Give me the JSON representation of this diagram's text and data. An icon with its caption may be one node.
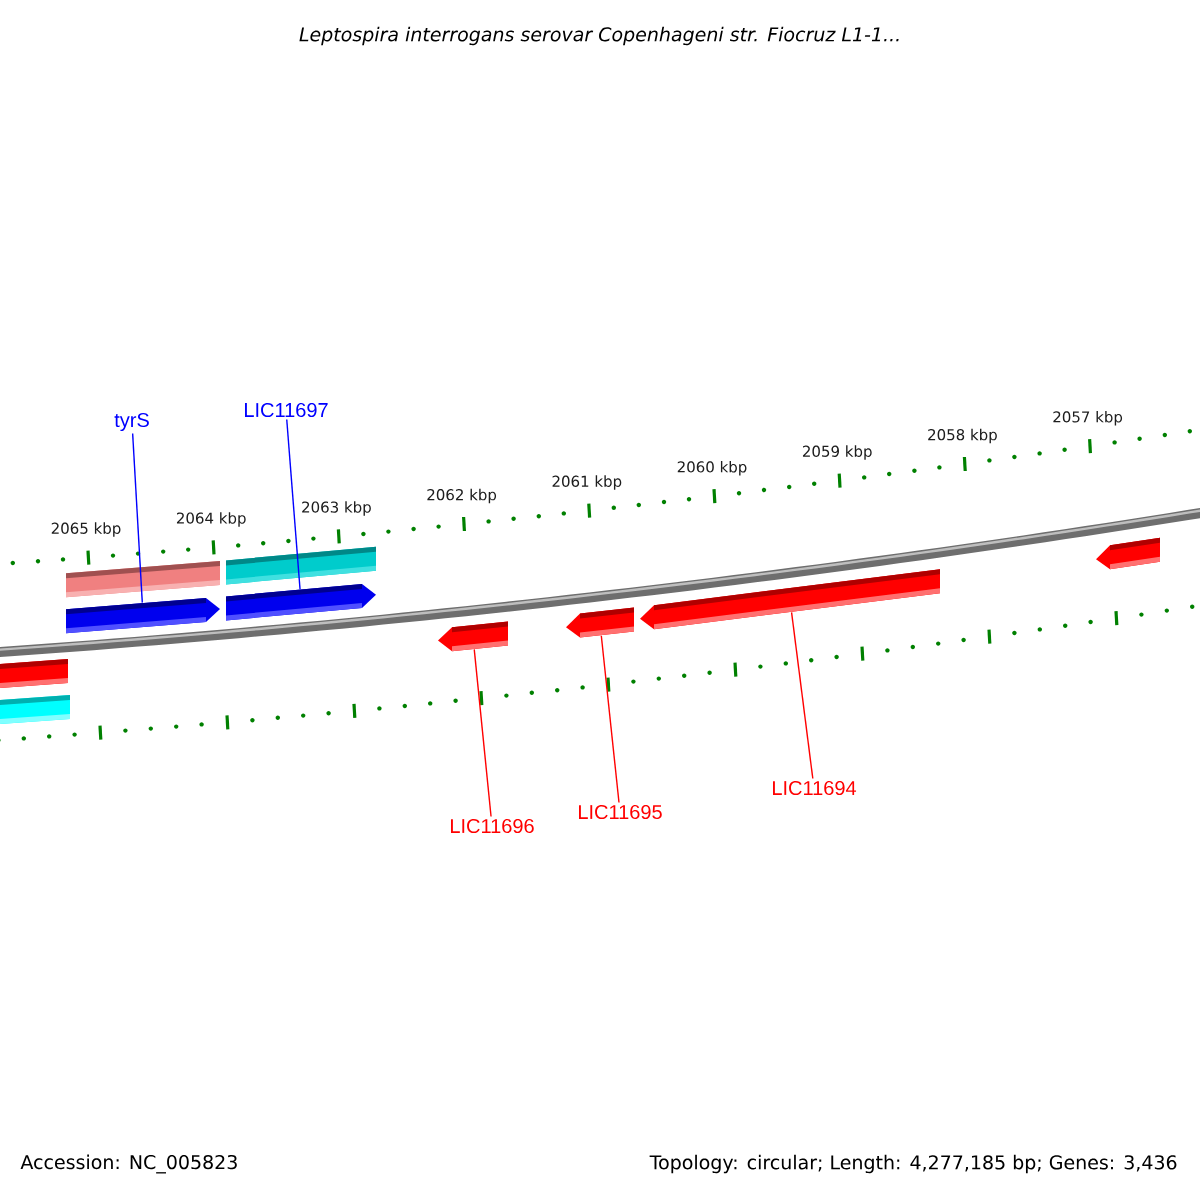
{
  "diagram": {
    "title": "Leptospira interrogans serovar Copenhageni str. Fiocruz L1-1...",
    "nodes": [
      {
        "text": [
          "tyrS"
        ]
      },
      {
        "text": [
          "LIC11697"
        ]
      },
      {
        "text": [
          "LIC11696"
        ]
      },
      {
        "text": [
          "LIC11695"
        ]
      },
      {
        "text": [
          "LIC11694"
        ]
      },
      {
        "text": [],
        "shape": "bar"
      },
      {
        "text": [],
        "shape": "bar"
      },
      {
        "text": [],
        "shape": "bar"
      },
      {
        "text": [],
        "shape": "bar"
      },
      {
        "text": [],
        "shape": "bar"
      },
      {
        "text": [],
        "shape": "bar"
      },
      {
        "text": [],
        "shape": "bar"
      },
      {
        "text": [],
        "shape": "bar"
      },
      {
        "text": [],
        "shape": "bar"
      },
      {
        "text": [],
        "shape": "bar"
      }
    ],
    "edges": [
      {
        "from": 0,
        "to": 8,
        "arrow": "none",
        "color": "#0000ff"
      },
      {
        "from": 1,
        "to": 10,
        "arrow": "none",
        "color": "#0000ff"
      },
      {
        "from": 2,
        "to": 11,
        "arrow": "none",
        "color": "#ff0000"
      },
      {
        "from": 3,
        "to": 12,
        "arrow": "none",
        "color": "#ff0000"
      },
      {
        "from": 4,
        "to": 13,
        "arrow": "none",
        "color": "#ff0000"
      }
    ],
    "labels": [
      "2065 kbp",
      "2064 kbp",
      "2063 kbp",
      "2062 kbp",
      "2061 kbp",
      "2060 kbp",
      "2059 kbp",
      "2058 kbp",
      "2057 kbp",
      "Accession: NC_005823",
      "Topology: circular; Length: 4,277,185 bp; Genes: 3,436"
    ]
  }
}
